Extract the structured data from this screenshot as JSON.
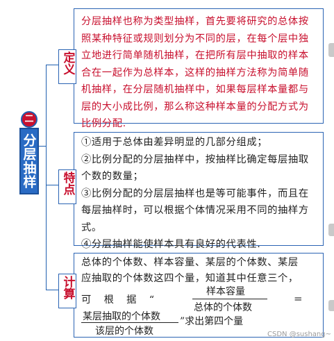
{
  "section_number": "二",
  "topic_title": "分层抽样",
  "definition": {
    "label": "定义",
    "text": "分层抽样也称为类型抽样，首先要将研究的总体按照某种特征或规则划分为不同的层，在每个层中独立地进行简单随机抽样，在把所有层中抽取的样本合在一起作为总样本，这样的抽样方法称为简单随机抽样，在分层随机抽样中，如果每层样本量都与层的大小成比例，那么称这种样本量的分配方式为比例分配."
  },
  "features": {
    "label": "特点",
    "items": [
      "①适用于总体由差异明显的几部分组成；",
      "②比例分配的分层抽样中，按抽样比确定每层抽取个数的数量；",
      "③比例分配的分层层抽样也是等可能事件，而且在每层抽样时，可以根据个体情况采用不同的抽样方式。",
      "④分层抽样能使样本具有良好的代表性."
    ]
  },
  "calculation": {
    "label": "计算",
    "line1": "总体的个体数、样本容量、某层的个体数、某层",
    "line2": "应抽取的个体数这四个量，知道其中任意三个，",
    "lead": "可　根　据　“",
    "frac1_num": "样本容量",
    "frac1_den": "总体的个体数",
    "equals": "=",
    "frac2_num": "某层抽取的个体数",
    "frac2_den": "该层的个体数",
    "tail": "”求出第四个量"
  },
  "watermark": "CSDN @sushang~"
}
